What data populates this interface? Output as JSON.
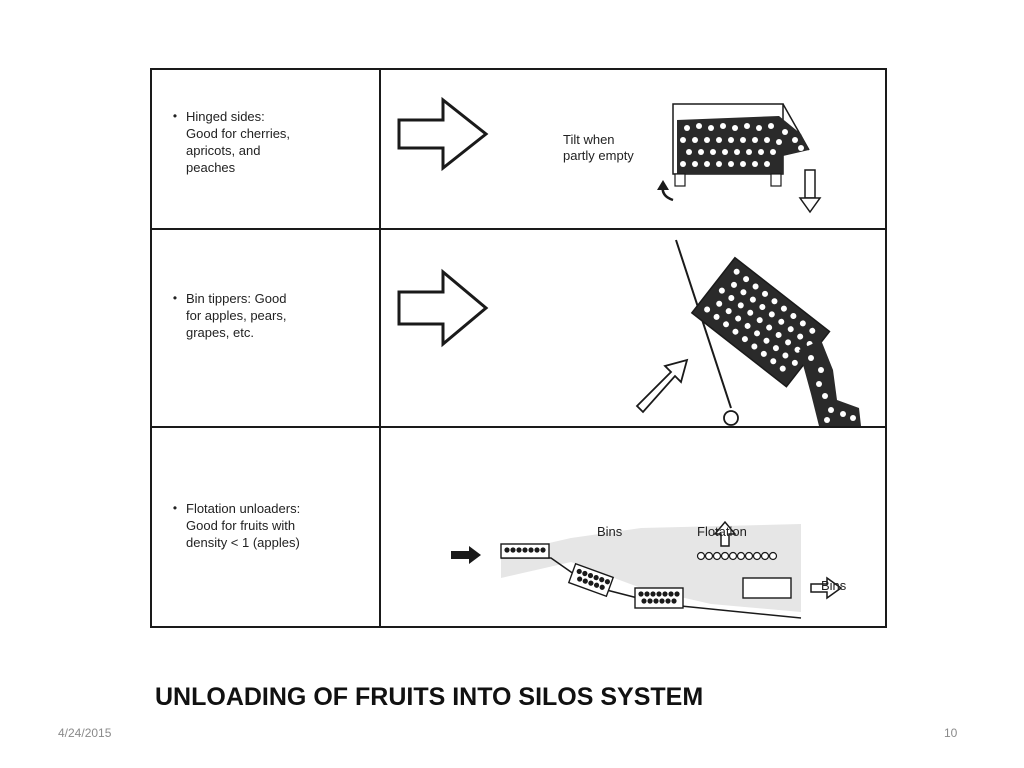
{
  "slide": {
    "title": "UNLOADING OF FRUITS INTO SILOS SYSTEM",
    "date": "4/24/2015",
    "page_number": "10"
  },
  "table": {
    "rows": [
      {
        "bullet": "•",
        "text": "Hinged sides:\nGood for cherries,\napricots, and\npeaches",
        "diagram_labels": {
          "tilt": "Tilt when\npartly empty"
        }
      },
      {
        "bullet": "•",
        "text": "Bin tippers: Good\nfor apples, pears,\ngrapes, etc."
      },
      {
        "bullet": "•",
        "text": "Flotation unloaders:\nGood for fruits with\ndensity < 1 (apples)",
        "diagram_labels": {
          "bins_in": "Bins",
          "flotation": "Flotation",
          "bins_out": "Bins"
        }
      }
    ]
  },
  "colors": {
    "line": "#1a1a1a",
    "water": "#e6e6e6",
    "footer_text": "#8a8a8a"
  },
  "icons": [
    "arrow-right-outline-icon",
    "bullet-icon",
    "fruit-bin-icon"
  ]
}
